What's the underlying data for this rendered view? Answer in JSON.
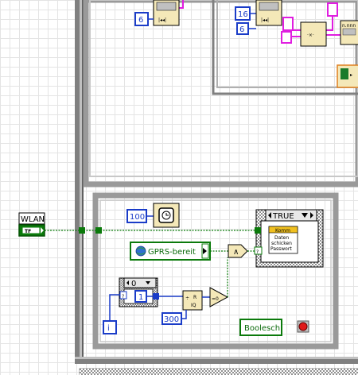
{
  "diagram": {
    "wlan_label": "WLAN",
    "wlan_terminal": "TF",
    "case_selector_value": "TRUE",
    "case_inner_title": "Komm",
    "case_inner_text_1": "Daten",
    "case_inner_text_2": "schicken",
    "case_inner_text_3": "Passwort",
    "gprs_global_label": "GPRS-bereit",
    "boolean_indicator_label": "Boolesch",
    "const_wait_ms": "100",
    "const_loop_count": "300",
    "const_one": "1",
    "const_index_selector": "0",
    "loop_iteration": "i",
    "top_const_6a": "6",
    "top_const_6b": "6",
    "top_const_16": "16",
    "compare_label": "=0",
    "and_label": "∧",
    "divide_label_r": "R",
    "divide_label_iq": "IQ",
    "top_box_label": "n.nnn"
  }
}
